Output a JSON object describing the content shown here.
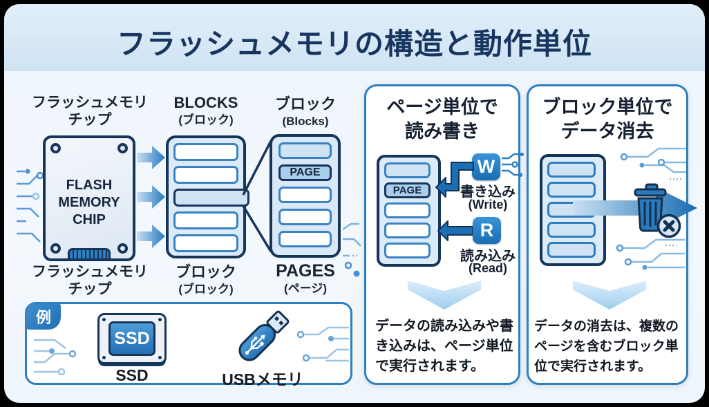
{
  "title": "フラッシュメモリの構造と動作単位",
  "colors": {
    "navy": "#16355a",
    "accent_blue": "#2e7fc0",
    "light_blue": "#cfe3f4",
    "page_fill": "#a9cdea",
    "header_bg": "#d6e7f5",
    "stack_bg": "#dcebf8"
  },
  "structure": {
    "chip_label_top": [
      "フラッシュメモリ",
      "チップ"
    ],
    "chip_text": [
      "FLASH",
      "MEMORY",
      "CHIP"
    ],
    "chip_label_bottom": [
      "フラッシュメモリ",
      "チップ"
    ],
    "blocks_heading": "BLOCKS",
    "blocks_heading_sub": "(ブロック)",
    "blocks_caption": "ブロック",
    "blocks_caption_sub": "(ブロック)",
    "detail_heading": "ブロック",
    "detail_heading_sub": "(Blocks)",
    "page_label": "PAGE",
    "pages_caption": "PAGES",
    "pages_caption_sub": "(ページ)"
  },
  "examples": {
    "badge": "例",
    "ssd_icon_text": "SSD",
    "ssd_label": "SSD",
    "usb_label": "USBメモリ"
  },
  "page_panel": {
    "title_lines": [
      "ページ単位で",
      "読み書き"
    ],
    "page_label": "PAGE",
    "write_badge": "W",
    "write_label": "書き込み",
    "write_sub": "(Write)",
    "read_badge": "R",
    "read_label": "読み込み",
    "read_sub": "(Read)",
    "desc": [
      "データの読み込みや書",
      "き込みは、ページ単位",
      "で実行されます。"
    ]
  },
  "block_panel": {
    "title_lines": [
      "ブロック単位で",
      "データ消去"
    ],
    "desc": [
      "データの消去は、複数の",
      "ページを含むブロック単",
      "位で実行されます。"
    ]
  }
}
